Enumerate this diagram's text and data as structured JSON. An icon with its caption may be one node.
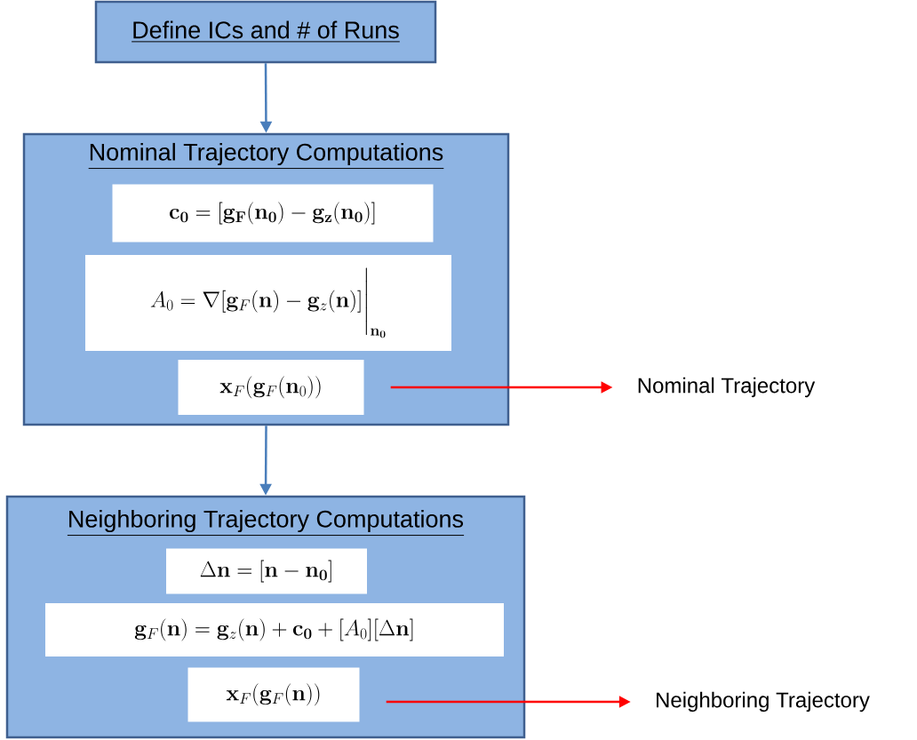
{
  "diagram": {
    "nodes": [
      {
        "text": [
          "Define ICs and # of Runs"
        ]
      },
      {
        "text": [
          "Nominal Trajectory Computations"
        ]
      },
      {
        "text": [
          "\\mathbf{c_0} = [\\mathbf{g_F}(\\mathbf{n_0}) - \\mathbf{g_z}(\\mathbf{n_0})]"
        ],
        "in": 1
      },
      {
        "text": [
          "A_0 = \\nabla[\\mathbf{g}_F(\\mathbf{n}) - \\mathbf{g}_z(\\mathbf{n})]\\Bigg|_{\\mathbf{n_0}}"
        ],
        "in": 1
      },
      {
        "text": [
          "\\mathbf{x}_F(\\mathbf{g}_F(\\mathbf{n}_0))"
        ],
        "in": 1
      },
      {
        "text": [
          "Nominal Trajectory"
        ]
      },
      {
        "text": [
          "Neighboring Trajectory Computations"
        ]
      },
      {
        "text": [
          "\\Delta\\mathbf{n} = [\\mathbf{n} - \\mathbf{n_0}]"
        ],
        "in": 6
      },
      {
        "text": [
          "\\mathbf{g}_F(\\mathbf{n}) = \\mathbf{g}_z(\\mathbf{n}) + \\mathbf{c_0} + [A_0][\\Delta\\mathbf{n}]"
        ],
        "in": 6
      },
      {
        "text": [
          "\\mathbf{x}_F(\\mathbf{g}_F(\\mathbf{n}))"
        ],
        "in": 6
      },
      {
        "text": [
          "Neighboring Trajectory"
        ]
      }
    ],
    "edges": [
      {
        "from": 0,
        "to": 1,
        "arrow": "to"
      },
      {
        "from": 1,
        "to": 6,
        "arrow": "to"
      },
      {
        "from": 4,
        "to": 5,
        "arrow": "to",
        "color": "#ff0000"
      },
      {
        "from": 9,
        "to": 10,
        "arrow": "to",
        "color": "#ff0000"
      }
    ]
  }
}
